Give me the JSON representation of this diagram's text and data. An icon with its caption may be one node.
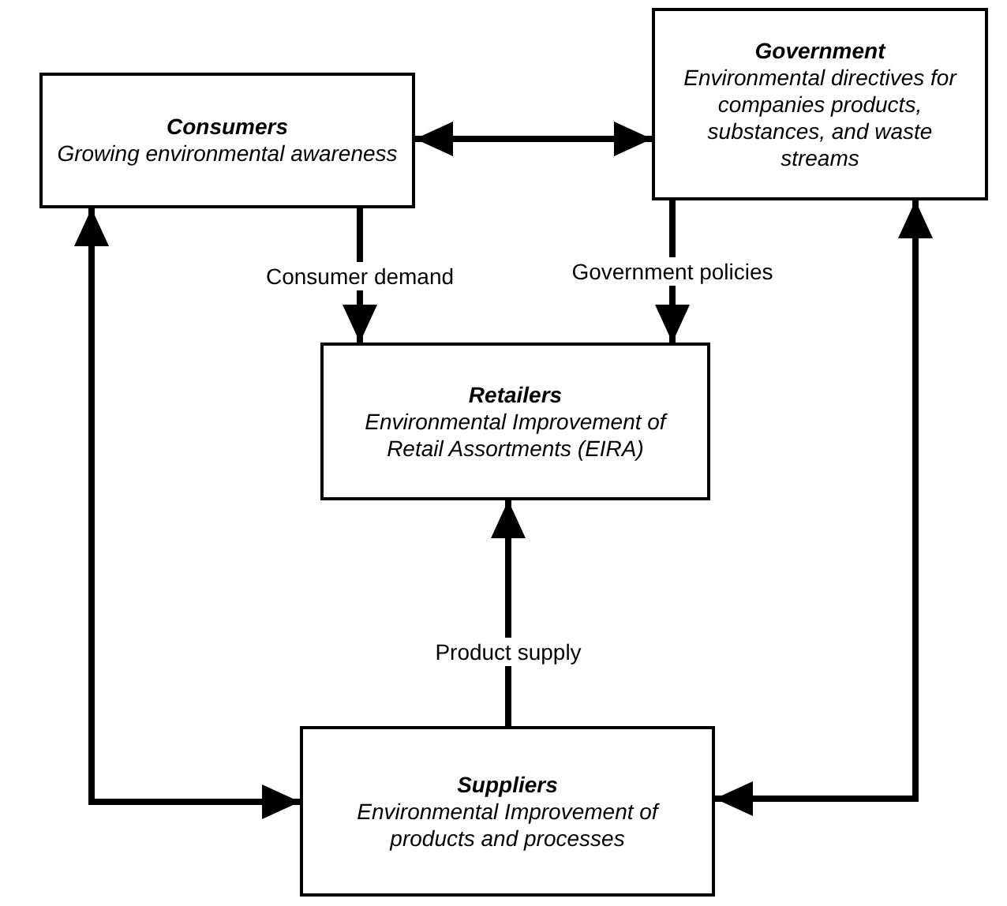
{
  "diagram": {
    "nodes": [
      {
        "text": [
          "Consumers",
          "Growing environmental awareness"
        ]
      },
      {
        "text": [
          "Government",
          "Environmental directives for companies products, substances, and waste streams"
        ]
      },
      {
        "text": [
          "Retailers",
          "Environmental Improvement of Retail Assortments (EIRA)"
        ]
      },
      {
        "text": [
          "Suppliers",
          "Environmental Improvement of products and processes"
        ]
      }
    ],
    "edges": [
      {
        "from": 0,
        "to": 1,
        "arrow": "both"
      },
      {
        "from": 0,
        "to": 2,
        "arrow": "to",
        "label": "Consumer demand"
      },
      {
        "from": 1,
        "to": 2,
        "arrow": "to",
        "label": "Government policies"
      },
      {
        "from": 3,
        "to": 2,
        "arrow": "to",
        "label": "Product supply"
      },
      {
        "from": 0,
        "to": 3,
        "arrow": "both"
      },
      {
        "from": 1,
        "to": 3,
        "arrow": "both"
      }
    ]
  }
}
